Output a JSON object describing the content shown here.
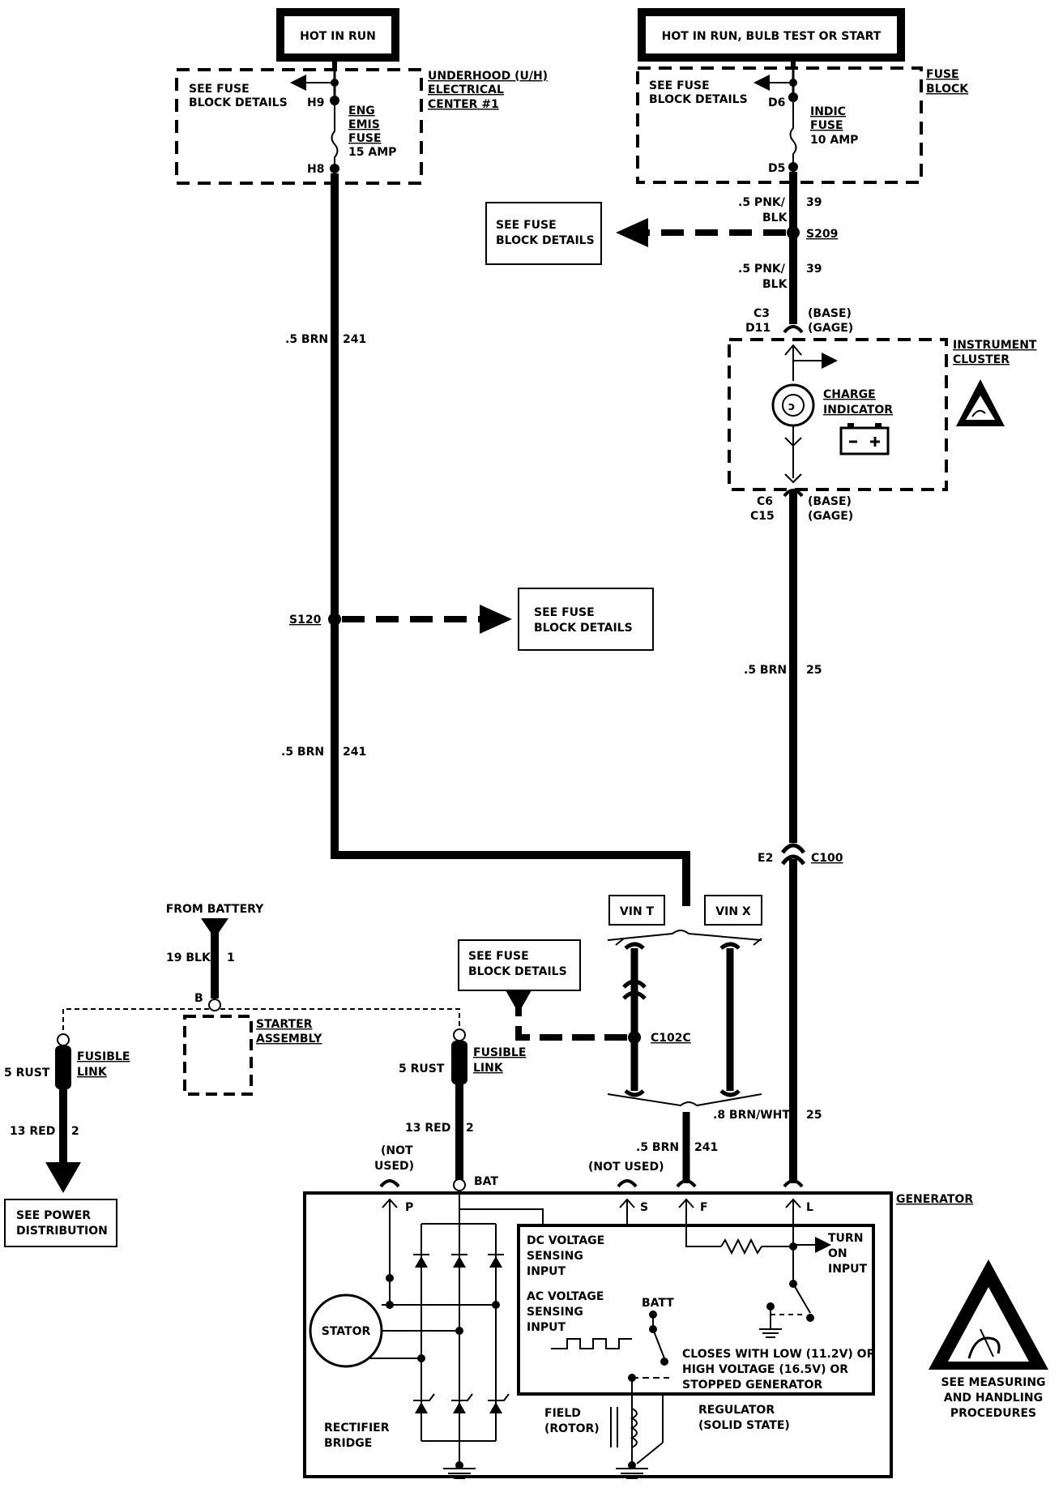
{
  "power_sources": {
    "left": "HOT IN RUN",
    "right": "HOT IN RUN, BULB TEST OR START"
  },
  "uh_center": {
    "see_fuse_1": "SEE FUSE",
    "see_fuse_2": "BLOCK DETAILS",
    "title_1": "UNDERHOOD (U/H)",
    "title_2": "ELECTRICAL",
    "title_3": "CENTER #1",
    "pin_top": "H9",
    "pin_bottom": "H8",
    "fuse_1": "ENG",
    "fuse_2": "EMIS",
    "fuse_3": "FUSE",
    "fuse_rating": "15 AMP"
  },
  "fuse_block": {
    "see_fuse_1": "SEE FUSE",
    "see_fuse_2": "BLOCK DETAILS",
    "title_1": "FUSE",
    "title_2": "BLOCK",
    "pin_top": "D6",
    "pin_bottom": "D5",
    "fuse_1": "INDIC",
    "fuse_2": "FUSE",
    "fuse_rating": "10 AMP"
  },
  "wires": {
    "pnk_blk_a_1": ".5 PNK/",
    "pnk_blk_a_2": "BLK",
    "pnk_blk_a_circ": "39",
    "splice_s209": "S209",
    "pnk_blk_b_1": ".5 PNK/",
    "pnk_blk_b_2": "BLK",
    "pnk_blk_b_circ": "39",
    "brn_241_a": ".5 BRN",
    "brn_241_a_circ": "241",
    "splice_s120": "S120",
    "brn_241_b": ".5 BRN",
    "brn_241_b_circ": "241",
    "brn_25": ".5 BRN",
    "brn_25_circ": "25",
    "brn_wht": ".8 BRN/WHT",
    "brn_wht_circ": "25",
    "brn_241_c": ".5 BRN",
    "brn_241_c_circ": "241",
    "blk_19": "19 BLK",
    "blk_19_circ": "1",
    "rust_left": "5 RUST",
    "red_left": "13 RED",
    "red_left_circ": "2",
    "rust_right": "5 RUST",
    "red_right": "13 RED",
    "red_right_circ": "2"
  },
  "see_fuse_boxes": {
    "box1_1": "SEE FUSE",
    "box1_2": "BLOCK DETAILS",
    "box2_1": "SEE FUSE",
    "box2_2": "BLOCK DETAILS",
    "box3_1": "SEE FUSE",
    "box3_2": "BLOCK DETAILS"
  },
  "cluster": {
    "pin_c3": "C3",
    "pin_d11": "D11",
    "base_top": "(BASE)",
    "gage_top": "(GAGE)",
    "title_1": "INSTRUMENT",
    "title_2": "CLUSTER",
    "indicator_1": "CHARGE",
    "indicator_2": "INDICATOR",
    "pin_c6": "C6",
    "pin_c15": "C15",
    "base_bot": "(BASE)",
    "gage_bot": "(GAGE)"
  },
  "connectors": {
    "e2": "E2",
    "c100": "C100",
    "c102c": "C102C",
    "vin_t": "VIN T",
    "vin_x": "VIN X"
  },
  "battery": {
    "from_battery": "FROM BATTERY",
    "pin_b": "B",
    "starter_1": "STARTER",
    "starter_2": "ASSEMBLY",
    "fusible_l_1": "FUSIBLE",
    "fusible_l_2": "LINK",
    "fusible_r_1": "FUSIBLE",
    "fusible_r_2": "LINK",
    "power_dist_1": "SEE POWER",
    "power_dist_2": "DISTRIBUTION"
  },
  "generator": {
    "title": "GENERATOR",
    "not_used_1a": "(NOT",
    "not_used_1b": "USED)",
    "not_used_2": "(NOT USED)",
    "term_p": "P",
    "term_bat": "BAT",
    "term_s": "S",
    "term_f": "F",
    "term_l": "L",
    "stator": "STATOR",
    "dc_1": "DC VOLTAGE",
    "dc_2": "SENSING",
    "dc_3": "INPUT",
    "ac_1": "AC VOLTAGE",
    "ac_2": "SENSING",
    "ac_3": "INPUT",
    "batt": "BATT",
    "turn_on_1": "TURN",
    "turn_on_2": "ON",
    "turn_on_3": "INPUT",
    "closes_1": "CLOSES WITH LOW (11.2V) OR",
    "closes_2": "HIGH VOLTAGE (16.5V) OR",
    "closes_3": "STOPPED GENERATOR",
    "field_1": "FIELD",
    "field_2": "(ROTOR)",
    "regulator_1": "REGULATOR",
    "regulator_2": "(SOLID STATE)",
    "rectifier_1": "RECTIFIER",
    "rectifier_2": "BRIDGE"
  },
  "esd": {
    "line_1": "SEE MEASURING",
    "line_2": "AND HANDLING",
    "line_3": "PROCEDURES"
  }
}
